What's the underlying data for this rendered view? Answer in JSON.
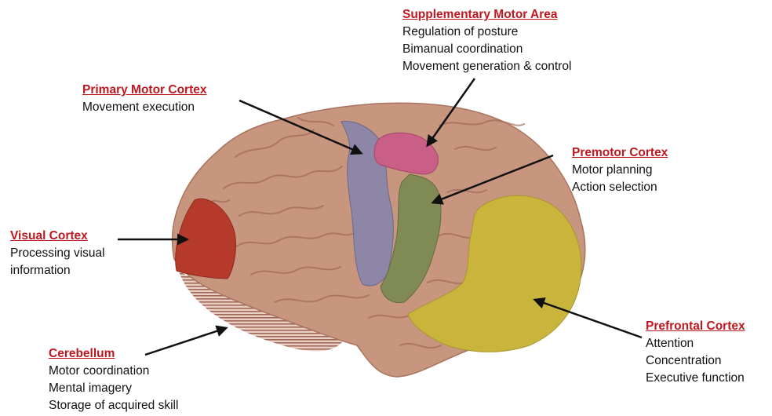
{
  "labels": {
    "sma": {
      "title": "Supplementary Motor Area",
      "lines": [
        "Regulation of posture",
        "Bimanual coordination",
        "Movement generation & control"
      ]
    },
    "pmc": {
      "title": "Primary Motor Cortex",
      "lines": [
        "Movement execution"
      ]
    },
    "premotor": {
      "title": "Premotor Cortex",
      "lines": [
        "Motor planning",
        "Action selection"
      ]
    },
    "visual": {
      "title": "Visual Cortex",
      "lines": [
        "Processing visual",
        "information"
      ]
    },
    "prefrontal": {
      "title": "Prefrontal Cortex",
      "lines": [
        "Attention",
        "Concentration",
        "Executive function"
      ]
    },
    "cerebellum": {
      "title": "Cerebellum",
      "lines": [
        "Motor coordination",
        "Mental imagery",
        "Storage of acquired skill"
      ]
    }
  },
  "colors": {
    "title_red": "#c0171f",
    "brain": "#c8957f",
    "visual": "#b53a2c",
    "primary_motor": "#8e86a6",
    "supplementary": "#c95f86",
    "premotor": "#7f8a55",
    "prefrontal": "#c9b43c",
    "cerebellum_stripes": "#a0675a"
  }
}
